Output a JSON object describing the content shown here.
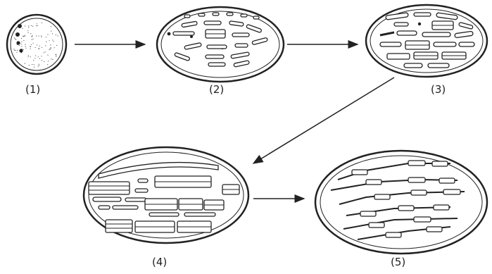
{
  "stages": [
    {
      "id": "1",
      "label": "(1)"
    },
    {
      "id": "2",
      "label": "(2)"
    },
    {
      "id": "3",
      "label": "(3)"
    },
    {
      "id": "4",
      "label": "(4)"
    },
    {
      "id": "5",
      "label": "(5)"
    }
  ],
  "arrows": [
    {
      "from": "1",
      "to": "2"
    },
    {
      "from": "2",
      "to": "3"
    },
    {
      "from": "3",
      "to": "4"
    },
    {
      "from": "4",
      "to": "5"
    }
  ]
}
